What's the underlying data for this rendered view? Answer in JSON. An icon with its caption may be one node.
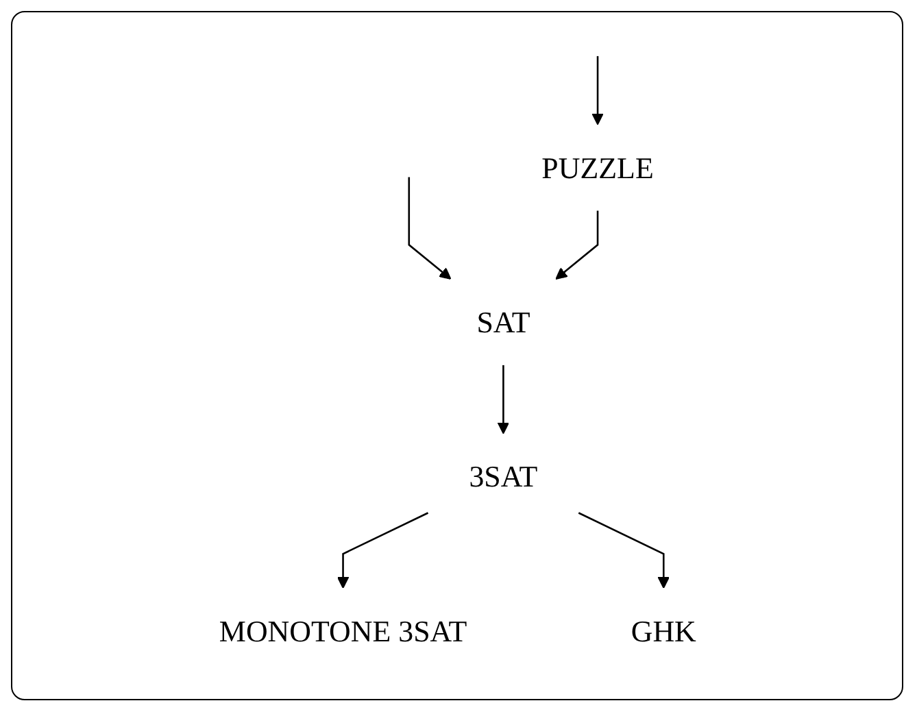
{
  "diagram": {
    "nodes": [
      {
        "text": [
          "PUZZLE"
        ]
      },
      {
        "text": [
          "SAT"
        ]
      },
      {
        "text": [
          "3SAT"
        ]
      },
      {
        "text": [
          "MONOTONE 3SAT"
        ]
      },
      {
        "text": [
          "GHK"
        ]
      }
    ],
    "edges": [
      {
        "from": null,
        "to": 0,
        "arrow": "to"
      },
      {
        "from": null,
        "to": 1,
        "arrow": "to"
      },
      {
        "from": 0,
        "to": 1,
        "arrow": "to"
      },
      {
        "from": 1,
        "to": 2,
        "arrow": "to"
      },
      {
        "from": 2,
        "to": 3,
        "arrow": "to"
      },
      {
        "from": 2,
        "to": 4,
        "arrow": "to"
      }
    ]
  }
}
